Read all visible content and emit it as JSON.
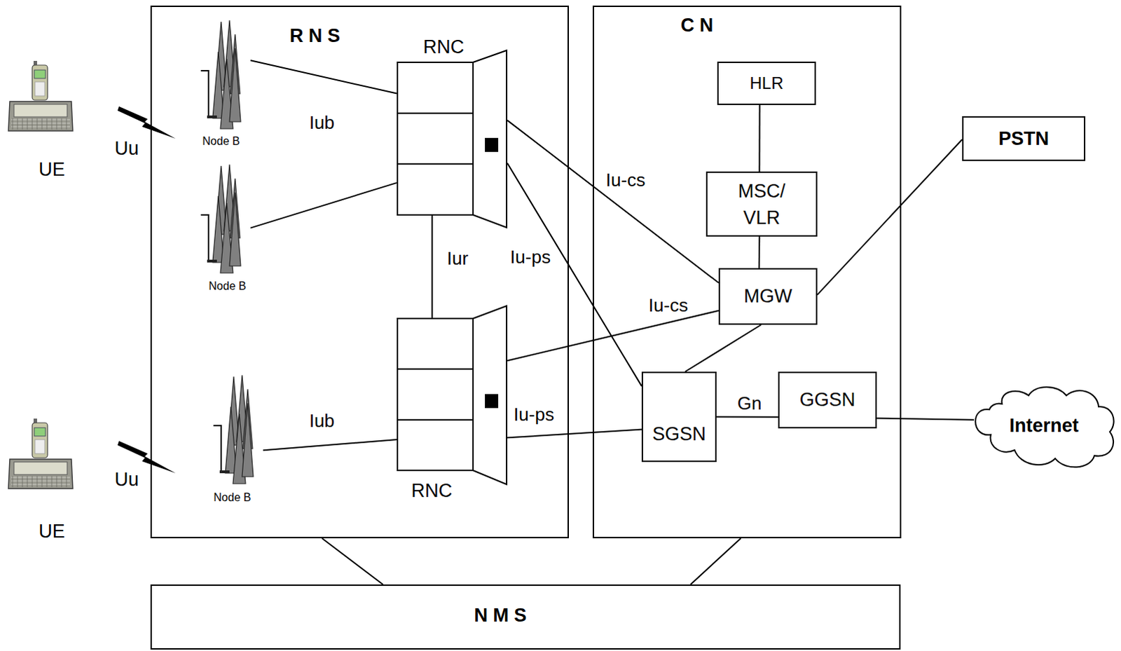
{
  "diagram": {
    "nodes": [
      {
        "text": [
          "UE"
        ]
      },
      {
        "text": [
          "UE"
        ]
      },
      {
        "text": [
          "R N S"
        ]
      },
      {
        "text": [
          "Node B"
        ],
        "in": 2
      },
      {
        "text": [
          "RNC"
        ],
        "in": 2
      },
      {
        "text": [
          "Node B"
        ],
        "in": 2
      },
      {
        "text": [
          "RNC"
        ],
        "in": 2
      },
      {
        "text": [
          "Node B"
        ],
        "in": 2
      },
      {
        "text": [
          "C N"
        ]
      },
      {
        "text": [
          "HLR"
        ],
        "in": 8
      },
      {
        "text": [
          "MSC/ VLR"
        ],
        "in": 8
      },
      {
        "text": [
          "MGW"
        ],
        "in": 8
      },
      {
        "text": [
          "SGSN"
        ],
        "in": 8
      },
      {
        "text": [
          "GGSN"
        ],
        "in": 8
      },
      {
        "text": [
          "PSTN"
        ]
      },
      {
        "text": [
          "Internet"
        ]
      },
      {
        "text": [
          "N M S"
        ]
      }
    ],
    "edges": [
      {
        "from": 3,
        "to": 4,
        "arrow": "none",
        "label": "Iub"
      },
      {
        "from": 5,
        "to": 4,
        "arrow": "none"
      },
      {
        "from": 4,
        "to": 6,
        "arrow": "none",
        "label": "Iur"
      },
      {
        "from": 4,
        "to": 11,
        "arrow": "none",
        "label": "Iu-cs"
      },
      {
        "from": 4,
        "to": 12,
        "arrow": "none",
        "label": "Iu-ps"
      },
      {
        "from": 6,
        "to": 11,
        "arrow": "none",
        "label": "Iu-cs"
      },
      {
        "from": 6,
        "to": 12,
        "arrow": "none",
        "label": "Iu-ps"
      },
      {
        "from": 7,
        "to": 6,
        "arrow": "none",
        "label": "Iub"
      },
      {
        "from": 9,
        "to": 10,
        "arrow": "none"
      },
      {
        "from": 10,
        "to": 11,
        "arrow": "none"
      },
      {
        "from": 11,
        "to": 12,
        "arrow": "none"
      },
      {
        "from": 12,
        "to": 13,
        "arrow": "none",
        "label": "Gn"
      },
      {
        "from": 11,
        "to": 14,
        "arrow": "none"
      },
      {
        "from": 13,
        "to": 15,
        "arrow": "none"
      },
      {
        "from": 2,
        "to": 16,
        "arrow": "none"
      },
      {
        "from": 8,
        "to": 16,
        "arrow": "none"
      }
    ],
    "labels": [
      "Uu",
      "Uu"
    ]
  }
}
